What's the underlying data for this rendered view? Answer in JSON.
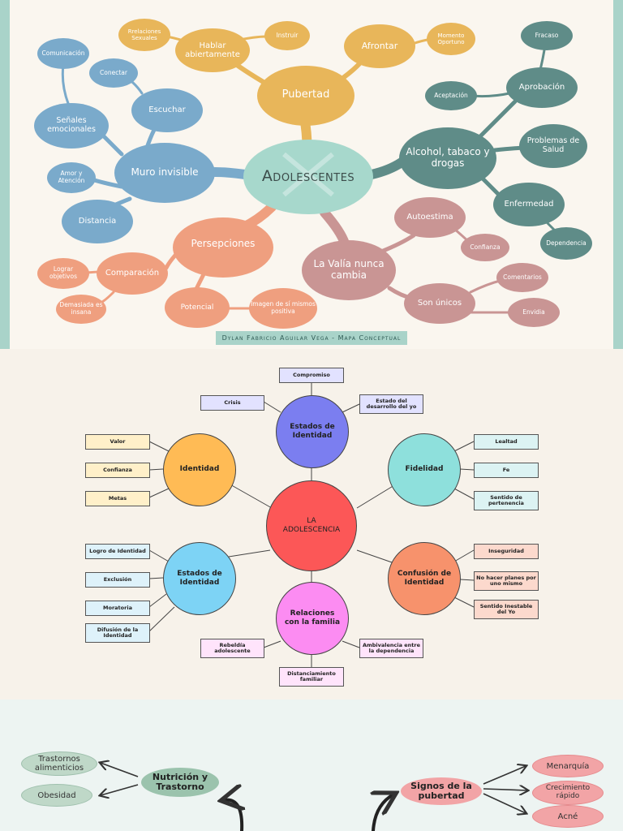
{
  "map1": {
    "center": "Adolescentes",
    "pubertad": {
      "label": "Pubertad",
      "children": [
        "Hablar abiertamente",
        "Afrontar"
      ],
      "hablar_children": [
        "Rrelaciones Sexuales",
        "Instruir"
      ],
      "afrontar_children": [
        "Momento Oportuno"
      ]
    },
    "alcohol": {
      "label": "Alcohol, tabaco y drogas",
      "children": [
        "Aprobación",
        "Problemas de Salud",
        "Enfermedad"
      ],
      "aprobacion_children": [
        "Fracaso",
        "Aceptación"
      ],
      "enfermedad_children": [
        "Dependencia"
      ]
    },
    "valia": {
      "label": "La Valía nunca cambia",
      "children": [
        "Autoestima",
        "Son únicos"
      ],
      "autoestima_children": [
        "Confianza"
      ],
      "unicos_children": [
        "Comentarios",
        "Envidia"
      ]
    },
    "percepciones": {
      "label": "Persepciones",
      "children": [
        "Comparación",
        "Potencial"
      ],
      "comparacion_children": [
        "Lograr objetivos",
        "Demasiada es insana"
      ],
      "potencial_children": [
        "Imagen de sí mismos positiva"
      ]
    },
    "muro": {
      "label": "Muro invisible",
      "children": [
        "Escuchar",
        "Señales emocionales",
        "Amor y Atención",
        "Distancia"
      ],
      "escuchar_children": [
        "Conectar"
      ],
      "senales_children": [
        "Comunicación"
      ]
    },
    "credit": "Dylan Fabricio Aguilar Vega - Mapa Conceptual",
    "colors": {
      "orange": "#e8b65a",
      "teal": "#5f8c88",
      "mauve": "#c99594",
      "salmon": "#ef9f7f",
      "blue": "#7aaacb",
      "center": "#a7d8cc"
    }
  },
  "map2": {
    "center": "LA\nADOLESCENCIA",
    "estados_top": {
      "label": "Estados de\nIdentidad",
      "items": [
        "Compromiso",
        "Crisis",
        "Estado del\ndesarrollo del yo"
      ]
    },
    "identidad": {
      "label": "Identidad",
      "items": [
        "Valor",
        "Confianza",
        "Metas"
      ]
    },
    "fidelidad": {
      "label": "Fidelidad",
      "items": [
        "Lealtad",
        "Fe",
        "Sentido de\npertenencia"
      ]
    },
    "estados_left": {
      "label": "Estados de\nIdentidad",
      "items": [
        "Logro de Identidad",
        "Exclusión",
        "Moratoria",
        "Difusión de la\nIdentidad"
      ]
    },
    "confusion": {
      "label": "Confusión de\nIdentidad",
      "items": [
        "Inseguridad",
        "No hacer planes por\nuno mismo",
        "Sentido Inestable\ndel Yo"
      ]
    },
    "familia": {
      "label": "Relaciones\ncon la familia",
      "items": [
        "Rebeldía\nadolescente",
        "Ambivalencia entre\nla dependencia",
        "Distanciamiento\nfamiliar"
      ]
    },
    "colors": {
      "center": "#fc5757",
      "estados_top": "#7b7ef0",
      "identidad": "#ffbb55",
      "fidelidad": "#8ee0dc",
      "estados_left": "#7dd3f5",
      "confusion": "#f7926c",
      "familia": "#fc8cf2"
    }
  },
  "map3": {
    "nutricion": {
      "label": "Nutrición y\nTrastorno",
      "items": [
        "Trastornos\nalimenticios",
        "Obesidad"
      ]
    },
    "signos": {
      "label": "Signos de la\npubertad",
      "items": [
        "Menarquía",
        "Crecimiento\nrápido",
        "Acné"
      ]
    }
  }
}
